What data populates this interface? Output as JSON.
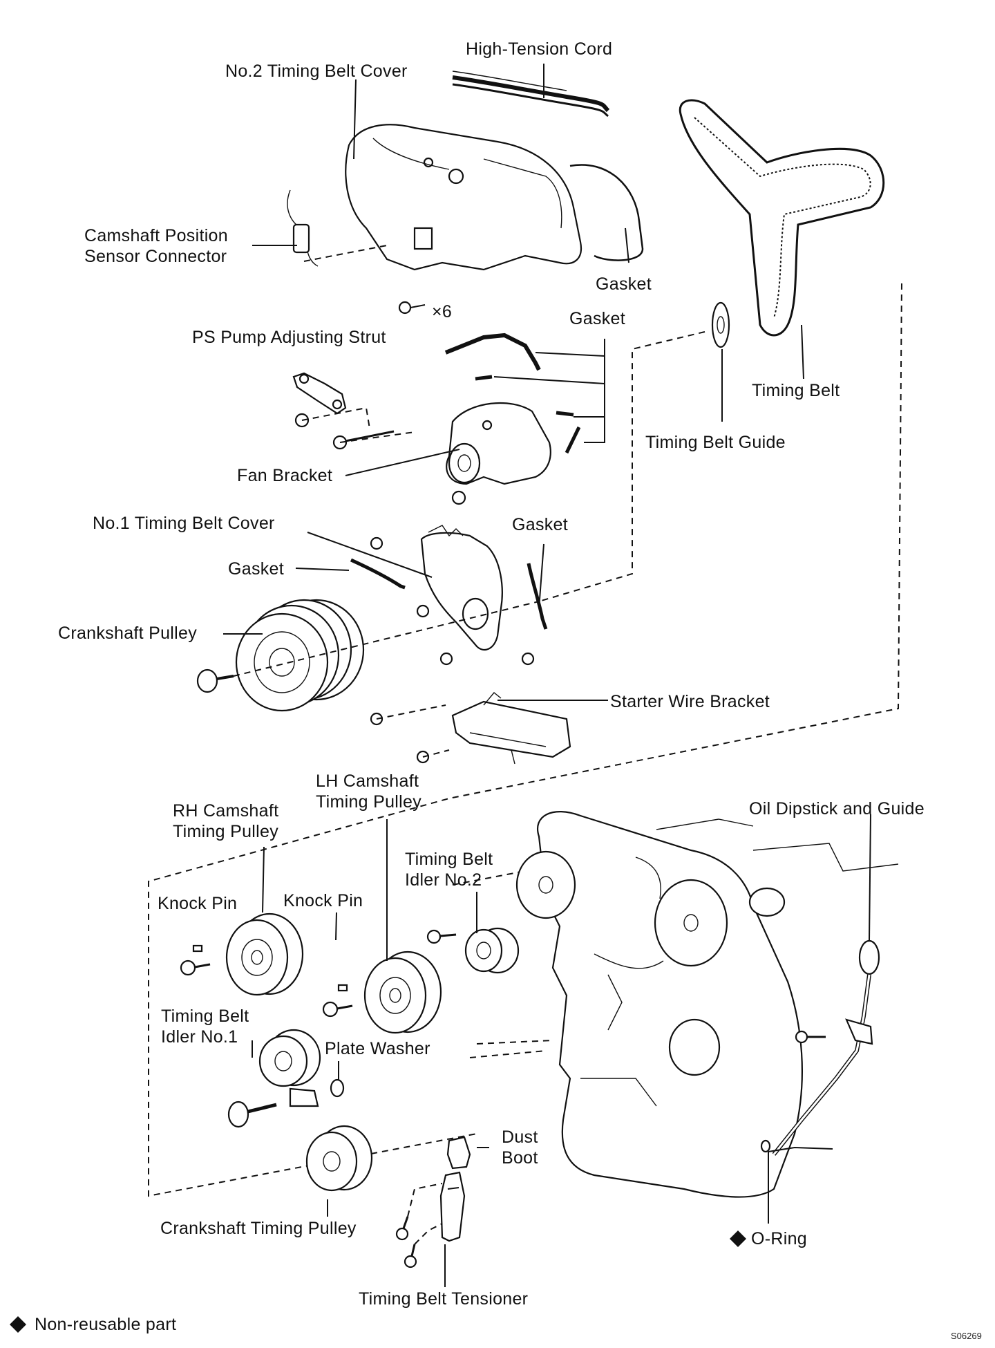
{
  "labels": {
    "high_tension_cord": "High-Tension Cord",
    "no2_timing_belt_cover": "No.2 Timing Belt Cover",
    "camshaft_position_sensor_connector": [
      "Camshaft Position",
      "Sensor Connector"
    ],
    "gasket_1": "Gasket",
    "bolts_x6": "×6",
    "gasket_2": "Gasket",
    "ps_pump_adjusting_strut": "PS Pump Adjusting Strut",
    "timing_belt": "Timing Belt",
    "timing_belt_guide": "Timing Belt Guide",
    "fan_bracket": "Fan Bracket",
    "no1_timing_belt_cover": "No.1 Timing Belt Cover",
    "gasket_3": "Gasket",
    "gasket_4": "Gasket",
    "crankshaft_pulley": "Crankshaft Pulley",
    "starter_wire_bracket": "Starter Wire Bracket",
    "lh_camshaft_timing_pulley": [
      "LH Camshaft",
      "Timing Pulley"
    ],
    "rh_camshaft_timing_pulley": [
      "RH Camshaft",
      "Timing Pulley"
    ],
    "oil_dipstick_and_guide": "Oil Dipstick and Guide",
    "timing_belt_idler_no2": [
      "Timing Belt",
      "Idler No.2"
    ],
    "knock_pin_1": "Knock Pin",
    "knock_pin_2": "Knock Pin",
    "timing_belt_idler_no1": [
      "Timing Belt",
      "Idler No.1"
    ],
    "plate_washer": "Plate Washer",
    "dust_boot": [
      "Dust",
      "Boot"
    ],
    "crankshaft_timing_pulley": "Crankshaft Timing Pulley",
    "o_ring": "O-Ring",
    "timing_belt_tensioner": "Timing Belt Tensioner"
  },
  "legend": {
    "symbol": "◆",
    "text": "Non-reusable part"
  },
  "figure_code": "S06269"
}
